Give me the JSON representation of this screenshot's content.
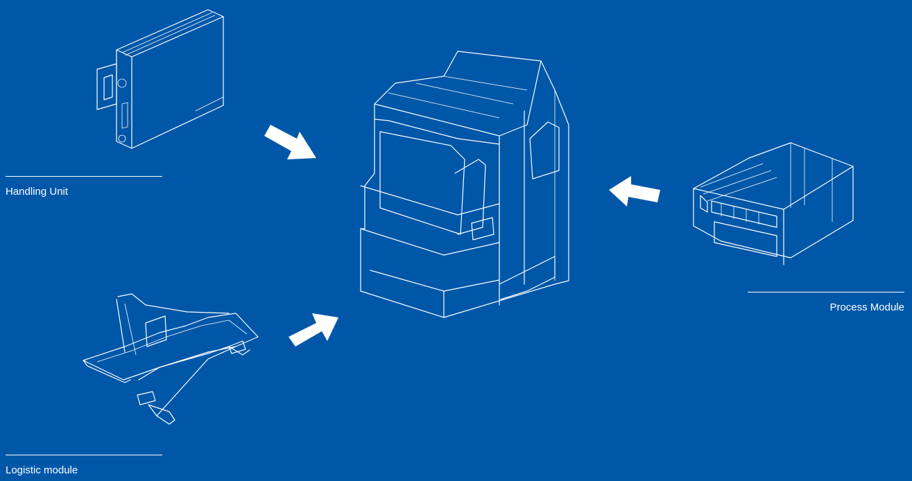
{
  "modules": {
    "handling_unit": {
      "label": "Handling Unit"
    },
    "logistic_module": {
      "label": "Logistic module"
    },
    "process_module": {
      "label": "Process Module"
    }
  },
  "colors": {
    "background": "#0057a8",
    "line": "#ffffff"
  },
  "icons": {
    "arrows": [
      "arrow-right-down-icon",
      "arrow-left-icon",
      "arrow-up-right-icon"
    ]
  }
}
